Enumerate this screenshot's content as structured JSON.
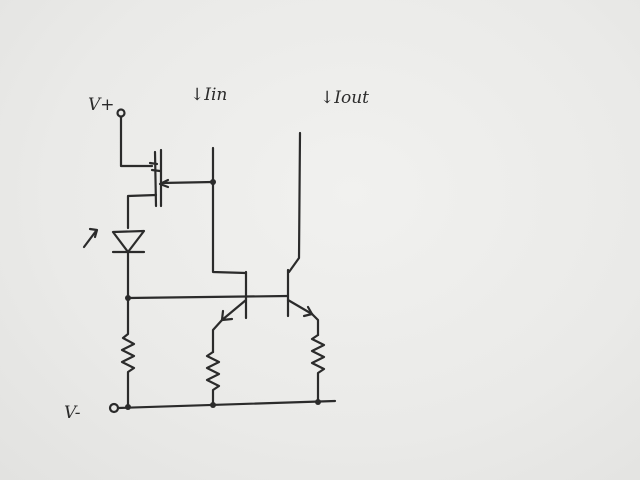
{
  "labels": {
    "v_plus": "V+",
    "v_minus": "V-",
    "i_in": "↓Iin",
    "i_out": "↓Iout"
  }
}
